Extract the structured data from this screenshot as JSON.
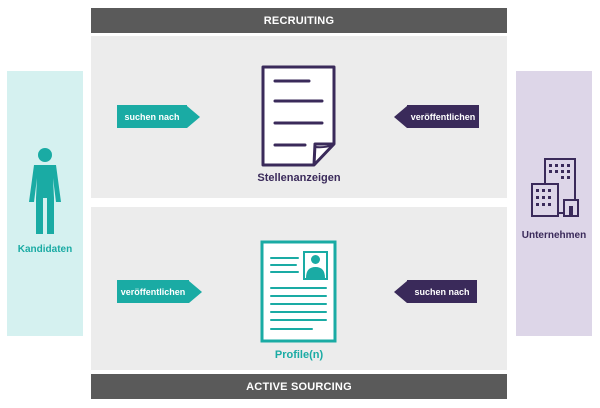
{
  "bands": {
    "top": "RECRUITING",
    "bottom": "ACTIVE SOURCING"
  },
  "actors": {
    "left": "Kandidaten",
    "right": "Unternehmen"
  },
  "documents": {
    "top": "Stellenanzeigen",
    "bottom": "Profile(n)"
  },
  "arrows": {
    "top_left": "suchen nach",
    "top_right": "veröffentlichen",
    "bottom_left": "veröffentlichen",
    "bottom_right": "suchen nach"
  },
  "colors": {
    "teal": "#1aaba4",
    "purple": "#3a2a5a",
    "teal_light": "#d5f1f0",
    "purple_light": "#ddd6e8",
    "band": "#5a5a5a",
    "panel": "#ececec"
  }
}
